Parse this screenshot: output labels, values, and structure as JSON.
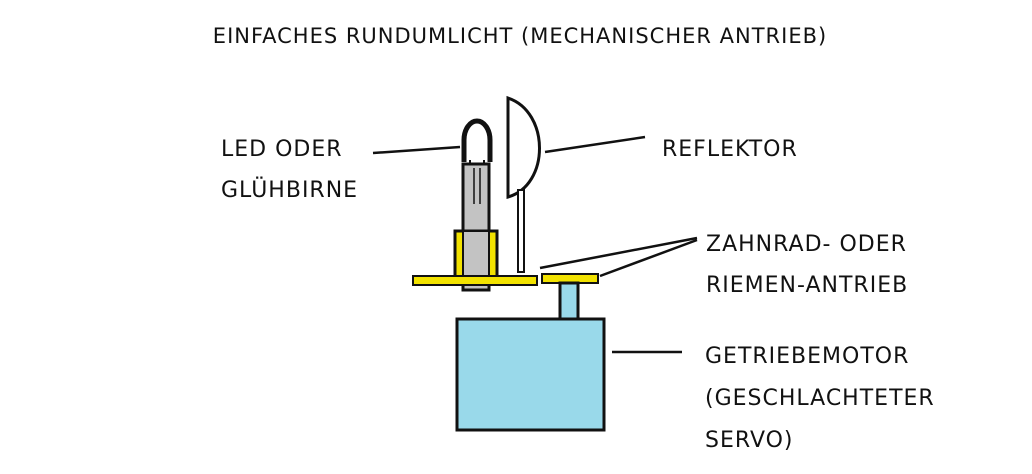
{
  "title": "EINFACHES RUNDUMLICHT (MECHANISCHER ANTRIEB)",
  "labels": {
    "led_line1": "LED ODER",
    "led_line2": "GLÜHBIRNE",
    "reflector": "REFLEKTOR",
    "drive_line1": "ZAHNRAD- ODER",
    "drive_line2": "RIEMEN-ANTRIEB",
    "motor_line1": "GETRIEBEMOTOR",
    "motor_line2": "(GESCHLACHTETER",
    "motor_line3": "SERVO)"
  },
  "colors": {
    "gear": "#f2e200",
    "motor": "#99d9ea",
    "lamp_body": "#c3c3c3",
    "outline": "#111111",
    "background": "#ffffff"
  }
}
